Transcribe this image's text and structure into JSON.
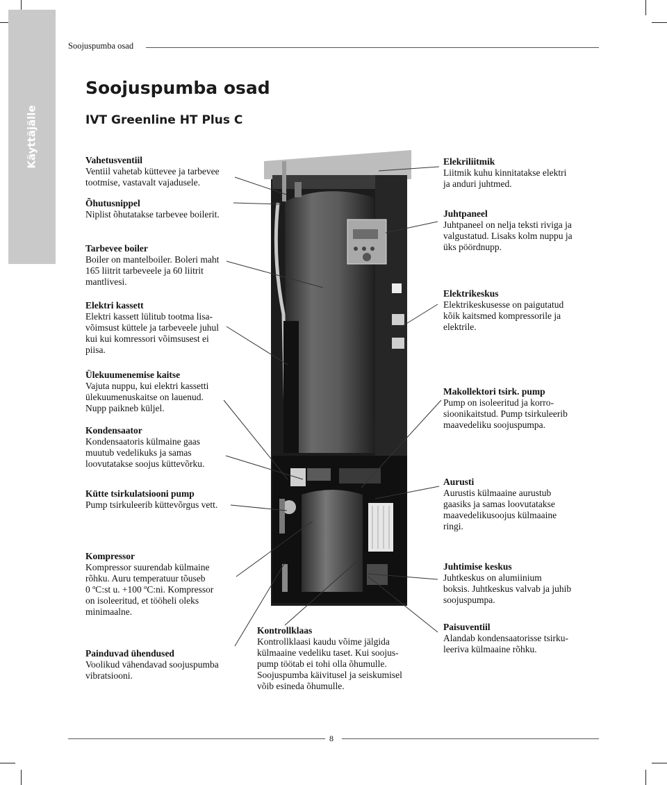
{
  "side_tab": "Käyttäjälle",
  "running_head": "Soojuspumba osad",
  "title": "Soojuspumba osad",
  "subtitle": "IVT Greenline HT Plus C",
  "labels": [
    {
      "heading": "Vahetusventiil",
      "text": "Ventiil vahetab  küttevee ja tarbevee\ntootmise, vastavalt vajadusele."
    },
    {
      "heading": "Õhutusnippel",
      "text": "Niplist õhutatakse tarbevee boilerit."
    },
    {
      "heading": "Tarbevee boiler",
      "text": "Boiler on mantelboiler. Boleri maht\n165 liitrit tarbeveele ja 60 liitrit\nmantlivesi."
    },
    {
      "heading": "Elektri kassett",
      "text": "Elektri kassett lülitub tootma lisa-\nvõimsust küttele ja tarbeveele juhul\nkui kui komressori võimsusest ei\npiisa."
    },
    {
      "heading": "Ülekuumenemise kaitse",
      "text": "Vajuta nuppu, kui elektri kassetti\nülekuumenuskaitse on lauenud.\nNupp paikneb küljel."
    },
    {
      "heading": "Kondensaator",
      "text": "Kondensaatoris külmaine gaas\nmuutub vedelikuks ja samas\nloovutatakse soojus küttevõrku."
    },
    {
      "heading": "Kütte tsirkulatsiooni pump",
      "text": "Pump tsirkuleerib küttevõrgus vett."
    },
    {
      "heading": "Kompressor",
      "text": "Kompressor suurendab külmaine\nrõhku. Auru temperatuur tõuseb\n0 ºC:st u. +100 ºC:ni. Kompressor\non isoleeritud, et tööheli oleks\nminimaalne."
    },
    {
      "heading": "Painduvad ühendused",
      "text": "Voolikud vähendavad soojuspumba\nvibratsiooni."
    },
    {
      "heading": "Kontrollklaas",
      "text": "Kontrollklaasi kaudu võime jälgida\nkülmaaine vedeliku taset. Kui soojus-\npump töötab ei tohi olla õhumulle.\nSoojuspumba käivitusel ja seiskumisel\nvõib esineda õhumulle."
    },
    {
      "heading": "Elekriliitmik",
      "text": "Liitmik kuhu kinnitatakse elektri\nja anduri juhtmed."
    },
    {
      "heading": "Juhtpaneel",
      "text": "Juhtpaneel on nelja teksti riviga ja\nvalgustatud. Lisaks kolm nuppu ja\nüks pöördnupp."
    },
    {
      "heading": "Elektrikeskus",
      "text": "Elektrikeskusesse on paigutatud\nkõik kaitsmed kompressorile ja\nelektrile."
    },
    {
      "heading": "Makollektori tsirk. pump",
      "text": "Pump on isoleeritud ja korro-\nsioonikaitstud. Pump tsirkuleerib\nmaavedeliku soojuspumpa."
    },
    {
      "heading": "Aurusti",
      "text": "Aurustis külmaaine aurustub\ngaasiks ja samas loovutatakse\nmaavedelikusoojus külmaaine\nringi."
    },
    {
      "heading": "Juhtimise keskus",
      "text": "Juhtkeskus on alumiinium\nboksis. Juhtkeskus valvab ja juhib\nsoojuspumpa."
    },
    {
      "heading": "Paisuventiil",
      "text": "Alandab kondensaatorisse tsirku-\nleeriva külmaaine rõhku."
    }
  ],
  "page_number": "8"
}
